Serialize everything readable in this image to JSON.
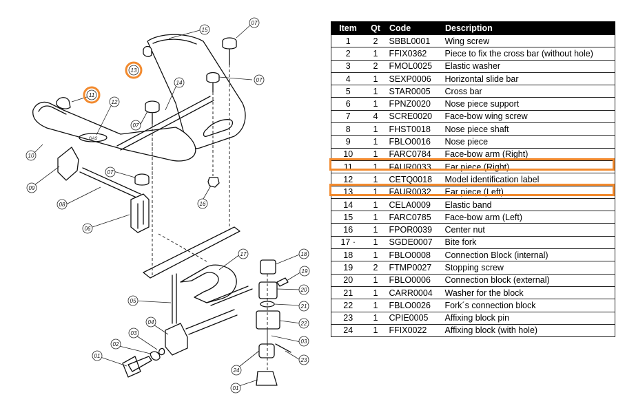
{
  "table": {
    "headers": {
      "item": "Item",
      "qt": "Qt",
      "code": "Code",
      "description": "Description"
    },
    "rows": [
      {
        "item": "1",
        "qt": "2",
        "code": "SBBL0001",
        "description": "Wing screw"
      },
      {
        "item": "2",
        "qt": "1",
        "code": "FFIX0362",
        "description": "Piece to fix the cross bar (without hole)"
      },
      {
        "item": "3",
        "qt": "2",
        "code": "FMOL0025",
        "description": "Elastic washer"
      },
      {
        "item": "4",
        "qt": "1",
        "code": "SEXP0006",
        "description": "Horizontal slide bar"
      },
      {
        "item": "5",
        "qt": "1",
        "code": "STAR0005",
        "description": "Cross bar"
      },
      {
        "item": "6",
        "qt": "1",
        "code": "FPNZ0020",
        "description": "Nose piece support"
      },
      {
        "item": "7",
        "qt": "4",
        "code": "SCRE0020",
        "description": "Face-bow wing screw"
      },
      {
        "item": "8",
        "qt": "1",
        "code": "FHST0018",
        "description": "Nose piece shaft"
      },
      {
        "item": "9",
        "qt": "1",
        "code": "FBLO0016",
        "description": "Nose piece"
      },
      {
        "item": "10",
        "qt": "1",
        "code": "FARC0784",
        "description": "Face-bow arm (Right)"
      },
      {
        "item": "11",
        "qt": "1",
        "code": "FAUR0033",
        "description": "Ear piece (Right)"
      },
      {
        "item": "12",
        "qt": "1",
        "code": "CETQ0018",
        "description": "Model identification label"
      },
      {
        "item": "13",
        "qt": "1",
        "code": "FAUR0032",
        "description": "Ear piece (Left)"
      },
      {
        "item": "14",
        "qt": "1",
        "code": "CELA0009",
        "description": "Elastic band"
      },
      {
        "item": "15",
        "qt": "1",
        "code": "FARC0785",
        "description": "Face-bow arm (Left)"
      },
      {
        "item": "16",
        "qt": "1",
        "code": "FPOR0039",
        "description": "Center nut"
      },
      {
        "item": "17 ·",
        "qt": "1",
        "code": "SGDE0007",
        "description": "Bite fork"
      },
      {
        "item": "18",
        "qt": "1",
        "code": "FBLO0008",
        "description": "Connection Block (internal)"
      },
      {
        "item": "19",
        "qt": "2",
        "code": "FTMP0027",
        "description": "Stopping screw"
      },
      {
        "item": "20",
        "qt": "1",
        "code": "FBLO0006",
        "description": "Connection block (external)"
      },
      {
        "item": "21",
        "qt": "1",
        "code": "CARR0004",
        "description": "Washer for the block"
      },
      {
        "item": "22",
        "qt": "1",
        "code": "FBLO0026",
        "description": "Fork´s connection block"
      },
      {
        "item": "23",
        "qt": "1",
        "code": "CPIE0005",
        "description": "Affixing block pin"
      },
      {
        "item": "24",
        "qt": "1",
        "code": "FFIX0022",
        "description": "Affixing block (with hole)"
      }
    ],
    "highlighted_items": [
      "11",
      "13"
    ]
  },
  "diagram": {
    "callouts": [
      "07",
      "15",
      "13",
      "07",
      "11",
      "12",
      "14",
      "07",
      "10",
      "09",
      "07",
      "16",
      "08",
      "06",
      "18",
      "17",
      "19",
      "05",
      "20",
      "21",
      "04",
      "22",
      "03",
      "03",
      "02",
      "23",
      "01",
      "24",
      "01"
    ],
    "highlighted_callouts": [
      "11",
      "13"
    ],
    "label_text": "GAS",
    "highlight_color": "#f28a2e"
  }
}
